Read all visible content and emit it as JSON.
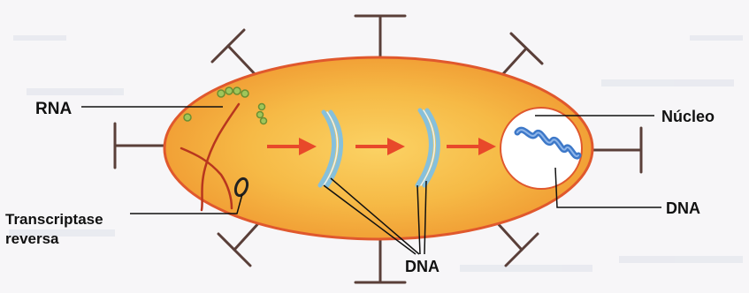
{
  "labels": {
    "rna": "RNA",
    "transcriptase_line1": "Transcriptase",
    "transcriptase_line2": "reversa",
    "nucleus": "Núcleo",
    "dna_bottom": "DNA",
    "dna_nucleus": "DNA"
  },
  "colors": {
    "cell_fill": "#f4a636",
    "cell_core": "#fbd264",
    "cell_outline": "#e0582d",
    "spike": "#5a3f39",
    "arrow": "#e8492a",
    "dna_strand": "#86c0dc",
    "nucleus_fill": "#ffffff",
    "nucleus_dna": "#3d78c8",
    "rna_strand": "#b8361e",
    "rna_beads": "#9fc65a"
  },
  "icons": [
    "surface-spike-icon",
    "arrow-right-icon",
    "dna-helix-icon",
    "rna-strand-icon",
    "ribosome-icon",
    "enzyme-icon"
  ]
}
